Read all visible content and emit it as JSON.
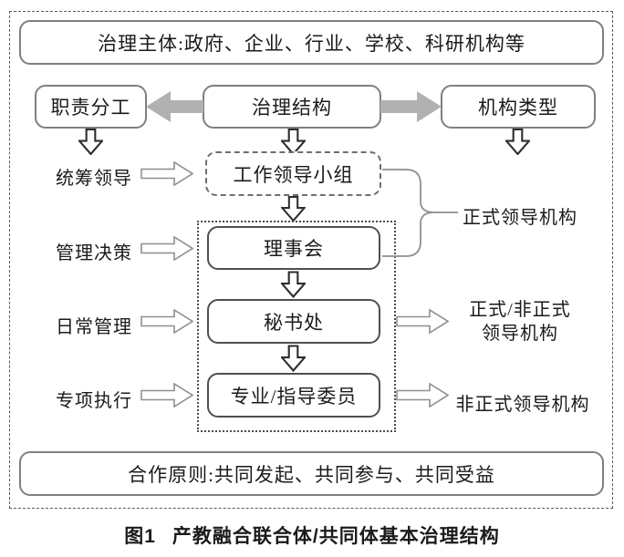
{
  "figure": {
    "top_box": "治理主体:政府、企业、行业、学校、科研机构等",
    "row": {
      "left": "职责分工",
      "center": "治理结构",
      "right": "机构类型"
    },
    "rows": [
      {
        "label": "统筹领导",
        "box": "工作领导小组"
      },
      {
        "label": "管理决策",
        "box": "理事会"
      },
      {
        "label": "日常管理",
        "box": "秘书处"
      },
      {
        "label": "专项执行",
        "box": "专业/指导委员"
      }
    ],
    "annotations": {
      "formal": "正式领导机构",
      "mixed_line1": "正式/非正式",
      "mixed_line2": "领导机构",
      "informal": "非正式领导机构"
    },
    "bottom_box": "合作原则:共同发起、共同参与、共同受益",
    "caption": {
      "number": "图1",
      "title": "产教融合联合体/共同体基本治理结构"
    }
  },
  "icons": [
    "thick-arrow-left-icon",
    "thick-arrow-right-icon",
    "down-arrow-icon",
    "right-arrow-icon",
    "curly-brace-icon"
  ],
  "colors": {
    "border_gray": "#7f7f7f",
    "inner_border": "#4f4f4f",
    "thick_arrow": "#b1b1b1",
    "hollow_arrow": "#8f8f8f",
    "down_arrow": "#2e2e2e",
    "frame_dash": "#5a5a5a",
    "dotted_frame": "#4d4d4d",
    "text": "#1b1b1b"
  }
}
